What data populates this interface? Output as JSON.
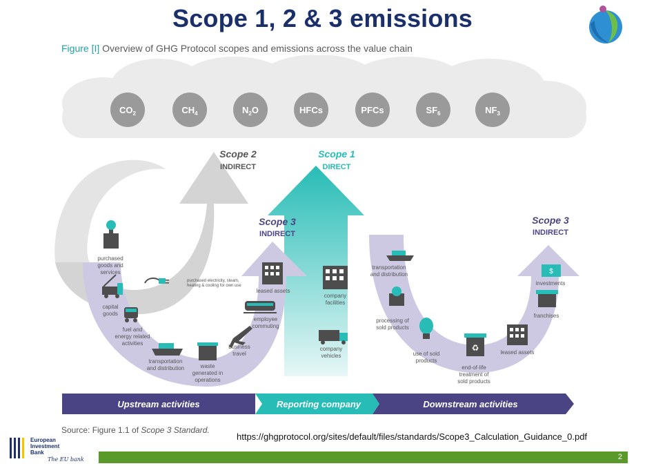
{
  "slide": {
    "title": "Scope 1, 2 & 3 emissions",
    "figure_label": "Figure [I]",
    "figure_title": " Overview of GHG Protocol scopes and emissions across the value chain",
    "source_prefix": "Source: Figure 1.1 of ",
    "source_italic": "Scope 3 Standard.",
    "url": "https://ghgprotocol.org/sites/default/files/standards/Scope3_Calculation_Guidance_0.pdf",
    "page_number": "2"
  },
  "footer_logo": {
    "name_lines": [
      "European",
      "Investment",
      "Bank"
    ],
    "tagline": "The EU bank"
  },
  "gases": [
    {
      "base": "CO",
      "sub": "2"
    },
    {
      "base": "CH",
      "sub": "4"
    },
    {
      "base": "N",
      "sub": "2",
      "suffix": "O"
    },
    {
      "base": "HFCs",
      "sub": ""
    },
    {
      "base": "PFCs",
      "sub": ""
    },
    {
      "base": "SF",
      "sub": "6"
    },
    {
      "base": "NF",
      "sub": "3"
    }
  ],
  "scopes": {
    "scope2": {
      "name": "Scope 2",
      "type": "INDIRECT"
    },
    "scope1": {
      "name": "Scope 1",
      "type": "DIRECT"
    },
    "scope3_up": {
      "name": "Scope 3",
      "type": "INDIRECT"
    },
    "scope3_down": {
      "name": "Scope 3",
      "type": "INDIRECT"
    }
  },
  "scope2_item": [
    "purchased electricity, steam,",
    "heating & cooling for own use"
  ],
  "upstream_items": {
    "purchased": [
      "purchased",
      "goods and",
      "services"
    ],
    "capital": [
      "capital",
      "goods"
    ],
    "fuel": [
      "fuel and",
      "energy related",
      "activities"
    ],
    "transport": [
      "transportation",
      "and distribution"
    ],
    "waste": [
      "waste",
      "generated in",
      "operations"
    ],
    "travel": [
      "business",
      "travel"
    ],
    "commuting": [
      "employee",
      "commuting"
    ],
    "leased": [
      "leased assets"
    ]
  },
  "company_items": {
    "facilities": [
      "company",
      "facilities"
    ],
    "vehicles": [
      "company",
      "vehicles"
    ]
  },
  "downstream_items": {
    "transport": [
      "transportation",
      "and distribution"
    ],
    "processing": [
      "processing of",
      "sold products"
    ],
    "use": [
      "use of sold",
      "products"
    ],
    "eol": [
      "end-of-life",
      "treatment of",
      "sold products"
    ],
    "leased": [
      "leased assets"
    ],
    "franchises": [
      "franchises"
    ],
    "investments": [
      "investments"
    ]
  },
  "bands": {
    "upstream": "Upstream activities",
    "reporting": "Reporting company",
    "downstream": "Downstream activities"
  },
  "colors": {
    "title": "#1b2f6b",
    "teal": "#28bcb6",
    "purple_dark": "#4a4485",
    "purple_light": "#c9c5e1",
    "grey_arrow": "#cfcfcf",
    "gas_circle": "#9a9a9a",
    "icon": "#4d4d4d",
    "green_bar": "#5a9a2b"
  }
}
